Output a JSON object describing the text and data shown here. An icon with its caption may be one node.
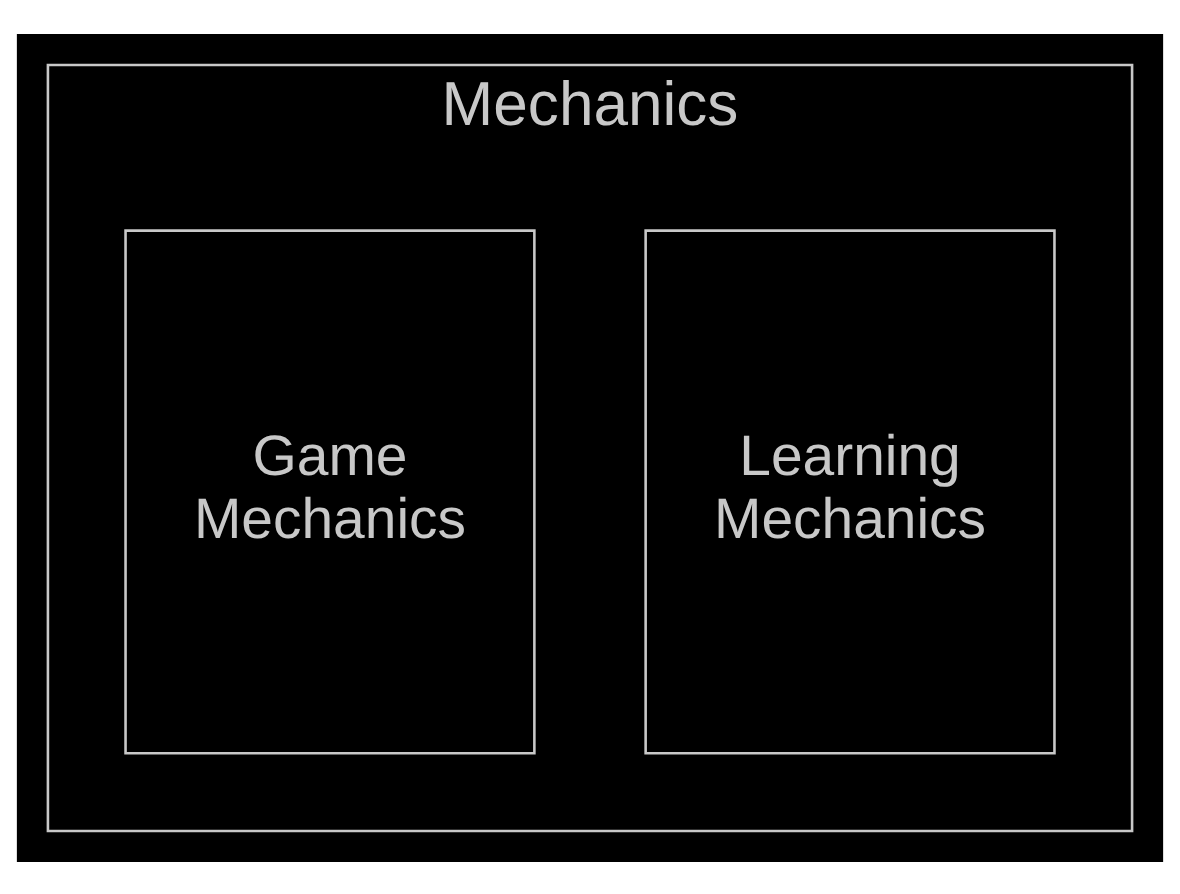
{
  "diagram": {
    "nodes": [
      {
        "text": [
          "Mechanics"
        ]
      },
      {
        "text": [
          "Learning Mechanics"
        ],
        "in": 0
      },
      {
        "text": [
          "Game Mechanics"
        ],
        "in": 0
      }
    ],
    "edges": []
  }
}
